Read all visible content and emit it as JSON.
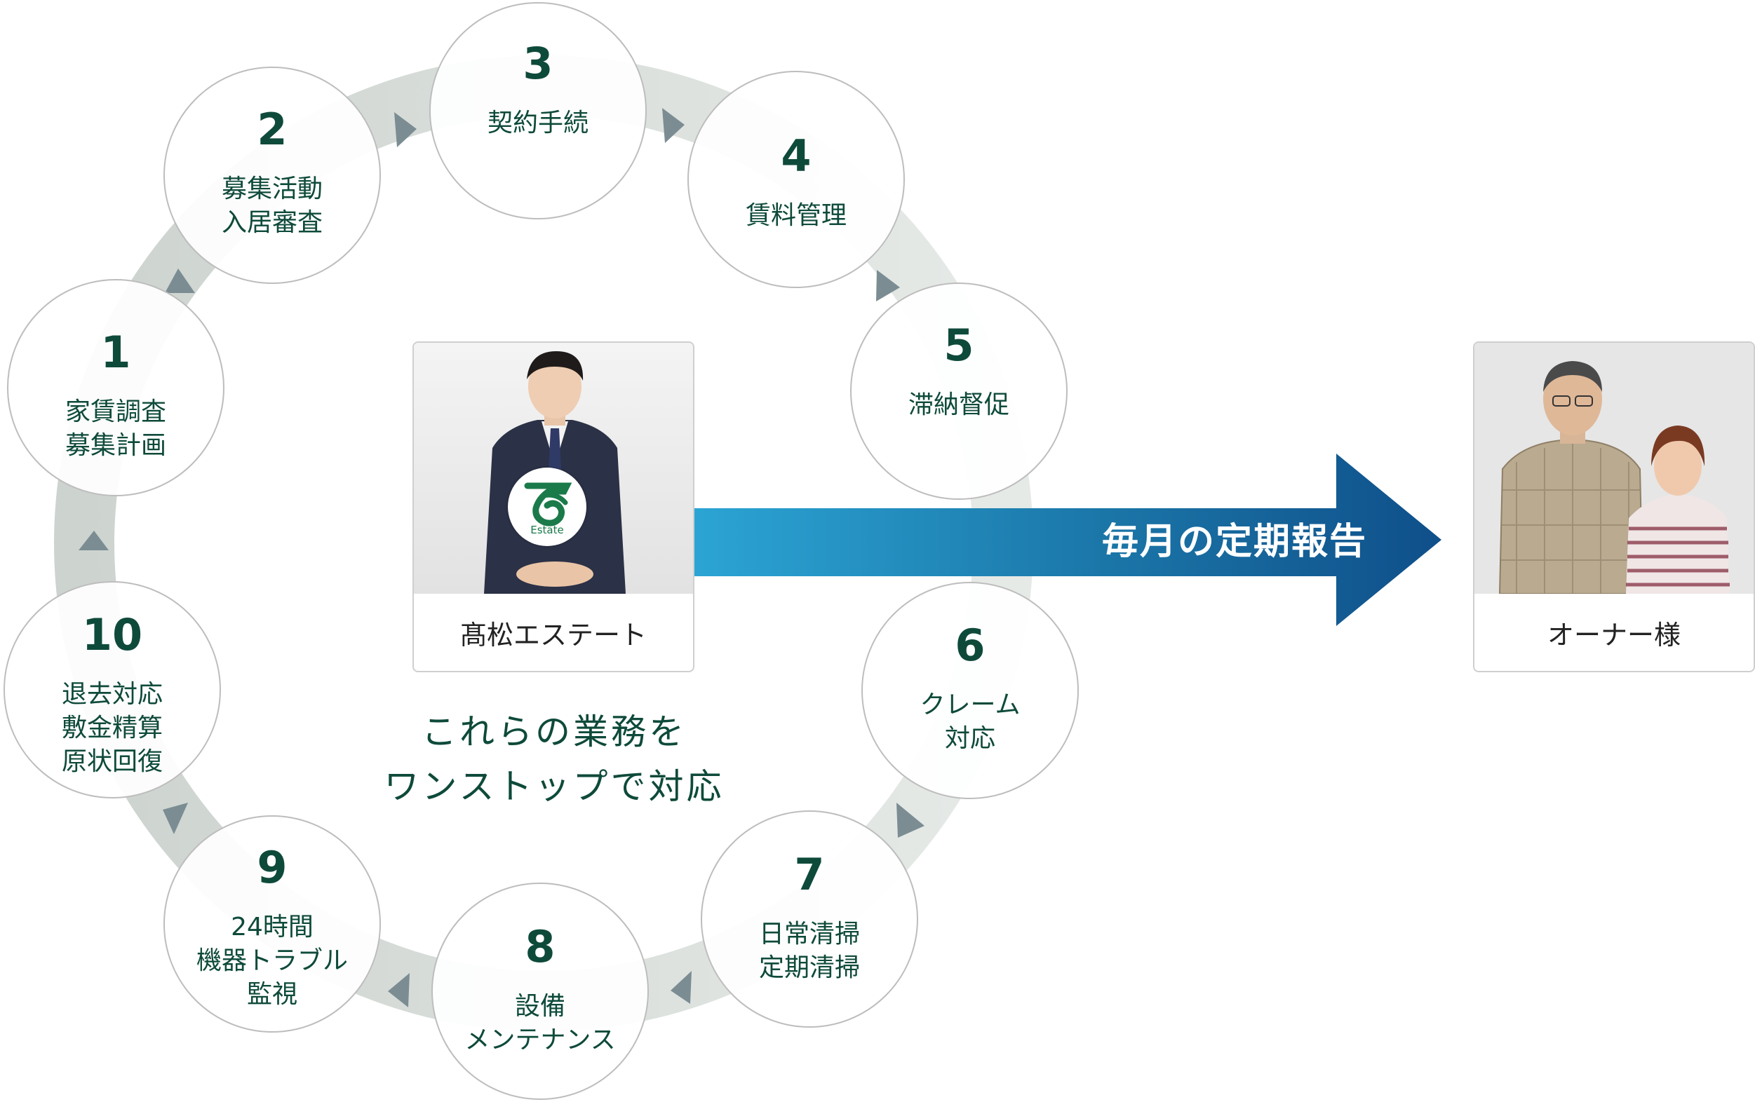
{
  "steps": [
    {
      "num": "1",
      "lines": [
        "家賃調査",
        "募集計画"
      ]
    },
    {
      "num": "2",
      "lines": [
        "募集活動",
        "入居審査"
      ]
    },
    {
      "num": "3",
      "lines": [
        "契約手続"
      ]
    },
    {
      "num": "4",
      "lines": [
        "賃料管理"
      ]
    },
    {
      "num": "5",
      "lines": [
        "滞納督促"
      ]
    },
    {
      "num": "6",
      "lines": [
        "クレーム",
        "対応"
      ]
    },
    {
      "num": "7",
      "lines": [
        "日常清掃",
        "定期清掃"
      ]
    },
    {
      "num": "8",
      "lines": [
        "設備",
        "メンテナンス"
      ]
    },
    {
      "num": "9",
      "lines": [
        "24時間",
        "機器トラブル",
        "監視"
      ]
    },
    {
      "num": "10",
      "lines": [
        "退去対応",
        "敷金精算",
        "原状回復"
      ]
    }
  ],
  "company": {
    "name": "髙松エステート",
    "badge_text": "Estate"
  },
  "owner": {
    "name": "オーナー様"
  },
  "report_arrow": {
    "label": "毎月の定期報告",
    "color_start": "#2ba4d4",
    "color_end": "#0f4f8a"
  },
  "tagline": {
    "line1": "これらの業務を",
    "line2": "ワンストップで対応"
  },
  "colors": {
    "accent_green": "#0e4a3a",
    "ring": "#d3d9d5",
    "ring_arrow": "#7b8d93"
  }
}
